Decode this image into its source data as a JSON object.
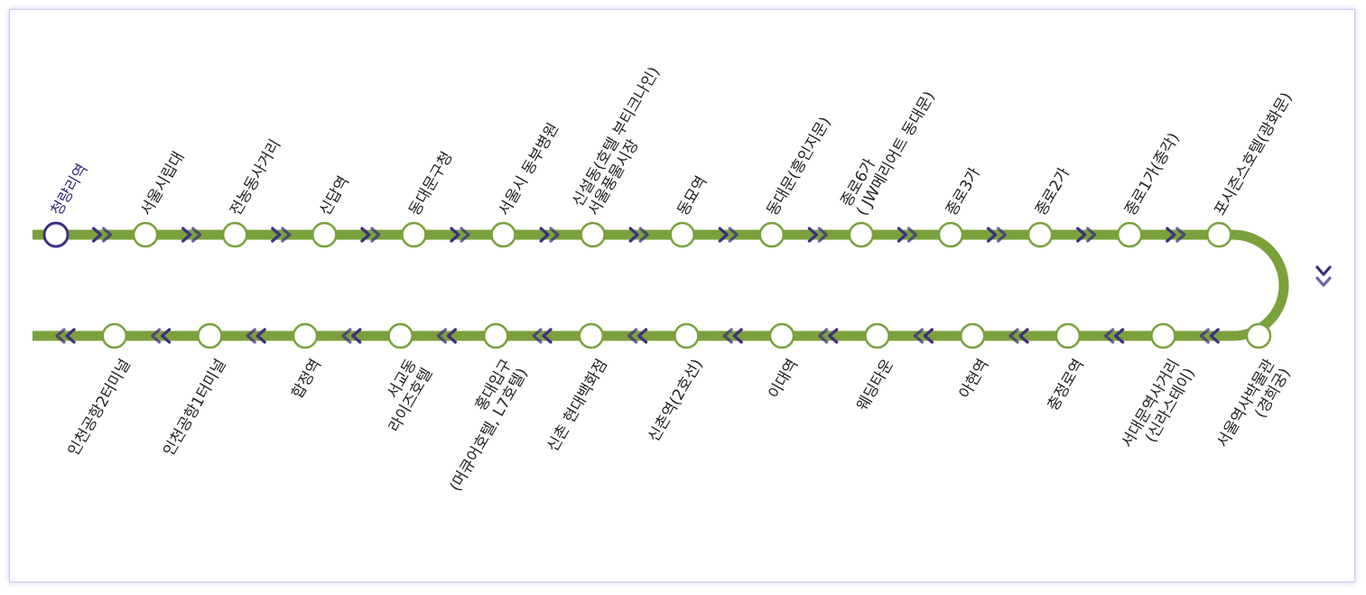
{
  "colors": {
    "line": "#7aa13c",
    "arrow": "#3f2e82",
    "start_station": "#3f2e82",
    "station_fill": "#ffffff",
    "label": "#222222"
  },
  "top_row": [
    [
      "청량리역"
    ],
    [
      "서울시립대"
    ],
    [
      "전농동사거리"
    ],
    [
      "신답역"
    ],
    [
      "동대문구청"
    ],
    [
      "서울시 동부병원"
    ],
    [
      "신설동(호텔 부티크나인)",
      "서울풍물시장"
    ],
    [
      "동묘역"
    ],
    [
      "동대문(흥인지문)"
    ],
    [
      "종로6가",
      "( JW메리어트 동대문)"
    ],
    [
      "종로3가"
    ],
    [
      "종로2가"
    ],
    [
      "종로1가(종각)"
    ],
    [
      "포시즌스호텔(광화문)"
    ]
  ],
  "bottom_row": [
    [
      "서울역사박물관",
      "(경희궁)"
    ],
    [
      "서대문역사거리",
      "(신라스테이)"
    ],
    [
      "충정로역"
    ],
    [
      "아현역"
    ],
    [
      "웨딩타운"
    ],
    [
      "이대역"
    ],
    [
      "신촌역(2호선)"
    ],
    [
      "신촌 현대백화점"
    ],
    [
      "홍대입구",
      "(머큐어호텔, L7호텔)"
    ],
    [
      "서교동",
      "라이즈호텔"
    ],
    [
      "합정역"
    ],
    [
      "인천공항1터미널"
    ],
    [
      "인천공항2터미널"
    ]
  ]
}
